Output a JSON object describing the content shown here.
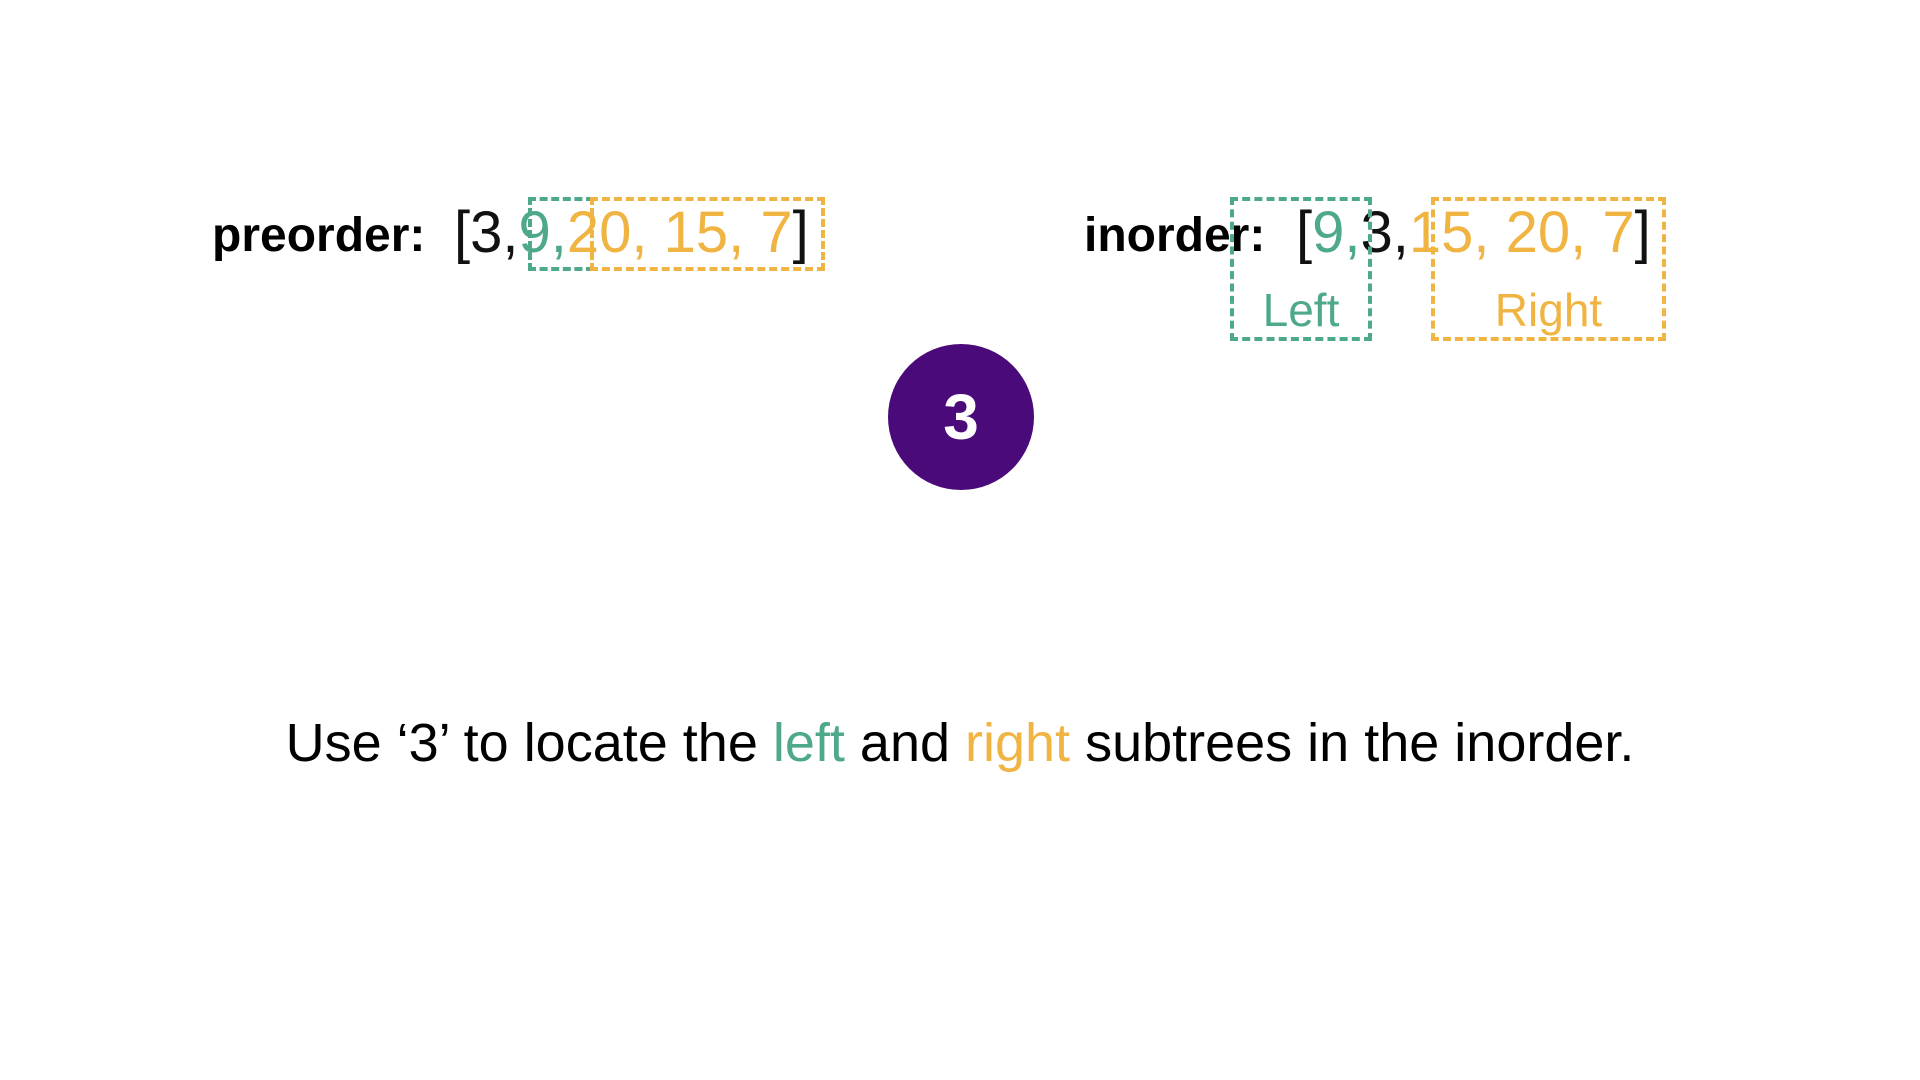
{
  "colors": {
    "left": "#4ea88b",
    "right": "#f0b443",
    "root": "#4a0a7a",
    "text": "#000000"
  },
  "preorder": {
    "label": "preorder:",
    "open": "[",
    "root": "3,",
    "left": "9,",
    "right": "20, 15, 7",
    "close": "]"
  },
  "inorder": {
    "label": "inorder:",
    "open": "[",
    "left": "9,",
    "root": "3,",
    "right": "15, 20, 7",
    "close": "]",
    "left_label": "Left",
    "right_label": "Right"
  },
  "node": {
    "value": "3"
  },
  "caption": {
    "part1": "Use ‘3’ to locate the ",
    "left_word": "left",
    "part2": " and ",
    "right_word": "right",
    "part3": " subtrees in the inorder."
  }
}
